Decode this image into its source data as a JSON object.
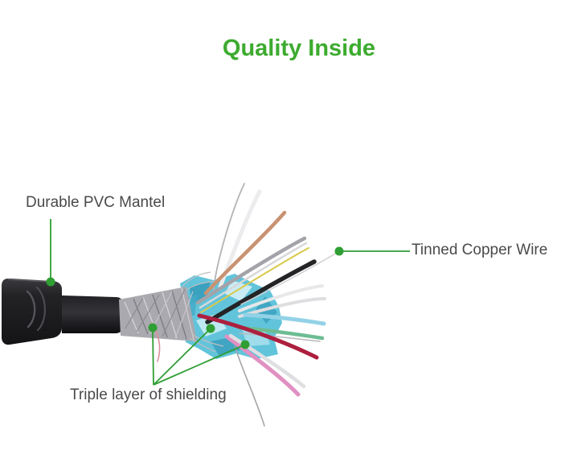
{
  "header": {
    "title": "Quality Inside"
  },
  "callouts": [
    {
      "label": "Durable PVC Mantel",
      "target": "pvc-jacket"
    },
    {
      "label": "Tinned Copper Wire",
      "target": "tinned-copper-wire"
    },
    {
      "label": "Triple layer of shielding",
      "target": "shielding-layers"
    }
  ],
  "colors": {
    "title_green": "#3cab2e",
    "annotation_green": "#2f9e33",
    "label_text": "#4a4a4c",
    "background": "#ffffff",
    "wire_palette": {
      "copper": "#c99272",
      "black": "#242426",
      "yellow": "#d9ca4e",
      "crimson": "#ad1f3e",
      "pink": "#e190c2",
      "light_blue": "#93d2e6",
      "green": "#6dbd92",
      "foil_blue": "#62c4da",
      "braid_silver": "#a9a9af"
    }
  }
}
